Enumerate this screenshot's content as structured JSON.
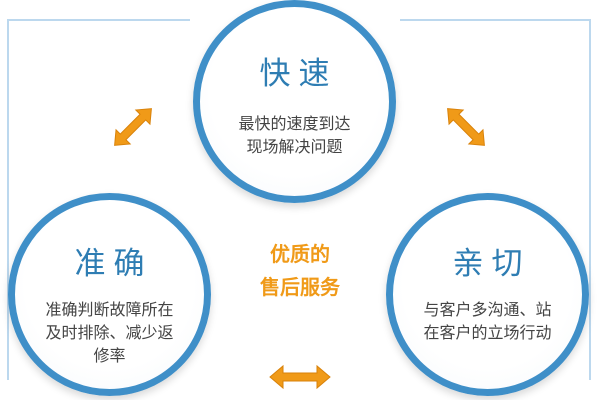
{
  "colors": {
    "circle_border": "#3f8fc8",
    "title_text": "#2e7db3",
    "body_text": "#444444",
    "accent_orange": "#f09a18",
    "frame_blue": "#bcd8ee"
  },
  "circles": {
    "top": {
      "title": "快速",
      "lines": [
        "最快的速度到达",
        "现场解决问题"
      ]
    },
    "left": {
      "title": "准确",
      "lines": [
        "准确判断故障所在",
        "及时排除、减少返",
        "修率"
      ]
    },
    "right": {
      "title": "亲切",
      "lines": [
        "与客户多沟通、站",
        "在客户的立场行动"
      ]
    }
  },
  "center": {
    "lines": [
      "优质的",
      "售后服务"
    ]
  },
  "arrows": {
    "style": "double-headed",
    "icon": "double-arrow-icon"
  }
}
